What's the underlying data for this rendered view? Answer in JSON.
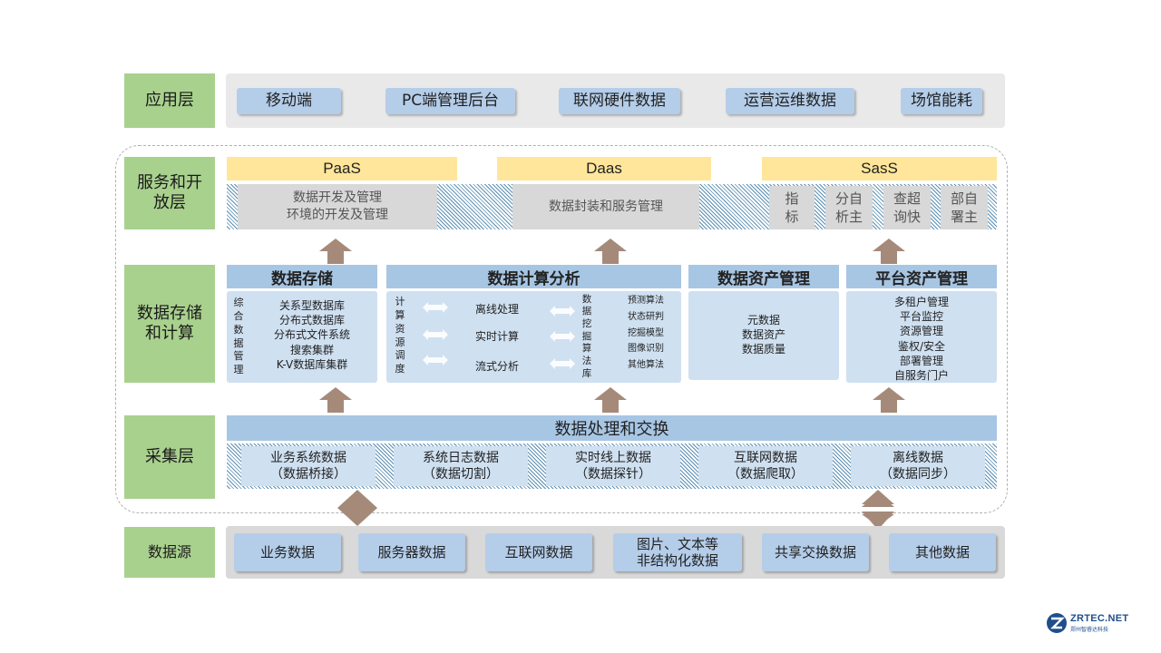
{
  "layers": {
    "app": "应用层",
    "service": "服务和开放层",
    "storage": "数据存储和计算",
    "collect": "采集层",
    "source": "数据源"
  },
  "app_items": [
    "移动端",
    "PC端管理后台",
    "联网硬件数据",
    "运营运维数据",
    "场馆能耗"
  ],
  "service": {
    "paas": "PaaS",
    "daas": "Daas",
    "sass": "SasS",
    "paas_desc_1": "数据开发及管理",
    "paas_desc_2": "环境的开发及管理",
    "daas_desc": "数据封装和服务管理",
    "sass_items": [
      {
        "c1": "指",
        "c2": "标"
      },
      {
        "c1": "分自",
        "c2": "析主"
      },
      {
        "c1": "查超",
        "c2": "询快"
      },
      {
        "c1": "部自",
        "c2": "署主"
      }
    ]
  },
  "storage": {
    "store_title": "数据存储",
    "store_side": [
      "综",
      "合",
      "数",
      "据",
      "管",
      "理"
    ],
    "store_items": [
      "关系型数据库",
      "分布式数据库",
      "分布式文件系统",
      "搜索集群",
      "K-V数据库集群"
    ],
    "compute_title": "数据计算分析",
    "compute_side": [
      "计",
      "算",
      "资",
      "源",
      "调",
      "度"
    ],
    "compute_modes": [
      "离线处理",
      "实时计算",
      "流式分析"
    ],
    "mining_side": [
      "数",
      "据",
      "挖",
      "掘",
      "算",
      "法",
      "库"
    ],
    "mining_items": [
      "预测算法",
      "状态研判",
      "挖掘模型",
      "图像识别",
      "其他算法"
    ],
    "asset_title": "数据资产管理",
    "asset_items": [
      "元数据",
      "数据资产",
      "数据质量"
    ],
    "platform_title": "平台资产管理",
    "platform_items": [
      "多租户管理",
      "平台监控",
      "资源管理",
      "鉴权/安全",
      "部署管理",
      "自服务门户"
    ]
  },
  "collect": {
    "title": "数据处理和交换",
    "items": [
      {
        "l1": "业务系统数据",
        "l2": "（数据桥接）"
      },
      {
        "l1": "系统日志数据",
        "l2": "（数据切割）"
      },
      {
        "l1": "实时线上数据",
        "l2": "（数据探针）"
      },
      {
        "l1": "互联网数据",
        "l2": "（数据爬取）"
      },
      {
        "l1": "离线数据",
        "l2": "（数据同步）"
      }
    ]
  },
  "sources": [
    {
      "l1": "业务数据",
      "l2": ""
    },
    {
      "l1": "服务器数据",
      "l2": ""
    },
    {
      "l1": "互联网数据",
      "l2": ""
    },
    {
      "l1": "图片、文本等",
      "l2": "非结构化数据"
    },
    {
      "l1": "共享交换数据",
      "l2": ""
    },
    {
      "l1": "其他数据",
      "l2": ""
    }
  ],
  "logo": {
    "name": "ZRTEC.NET",
    "sub": "郑州智睿达科技"
  },
  "colors": {
    "green": "#a9d18e",
    "blue": "#b4cde9",
    "yellow": "#ffe69a",
    "arrow": "#a58a7a"
  }
}
